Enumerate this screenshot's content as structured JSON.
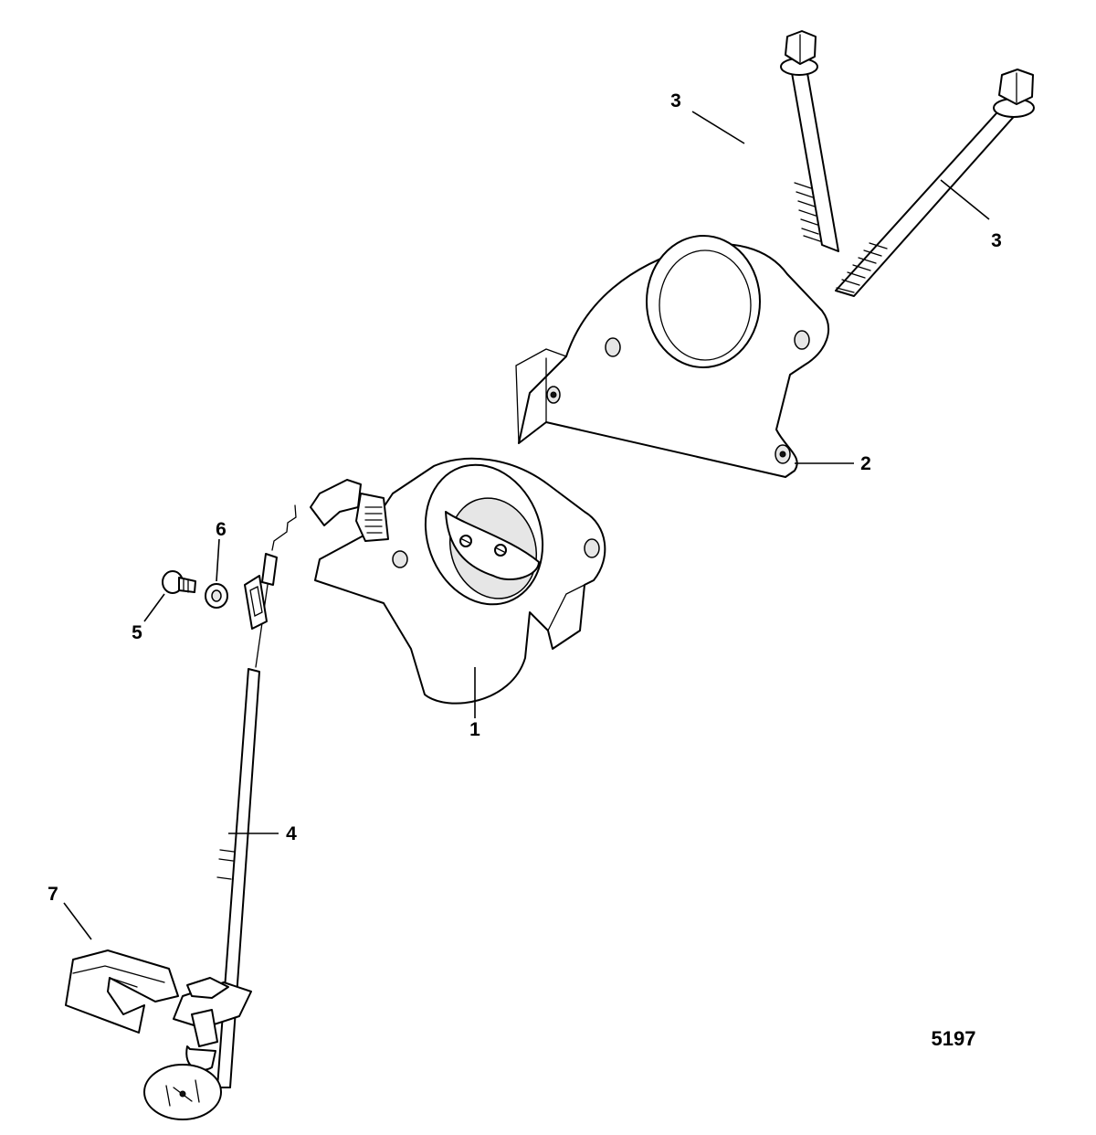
{
  "callouts": [
    {
      "id": "c1",
      "label": "1"
    },
    {
      "id": "c2",
      "label": "2"
    },
    {
      "id": "c3a",
      "label": "3"
    },
    {
      "id": "c3b",
      "label": "3"
    },
    {
      "id": "c4",
      "label": "4"
    },
    {
      "id": "c5",
      "label": "5"
    },
    {
      "id": "c6",
      "label": "6"
    },
    {
      "id": "c7",
      "label": "7"
    }
  ],
  "figure_number": "5197"
}
